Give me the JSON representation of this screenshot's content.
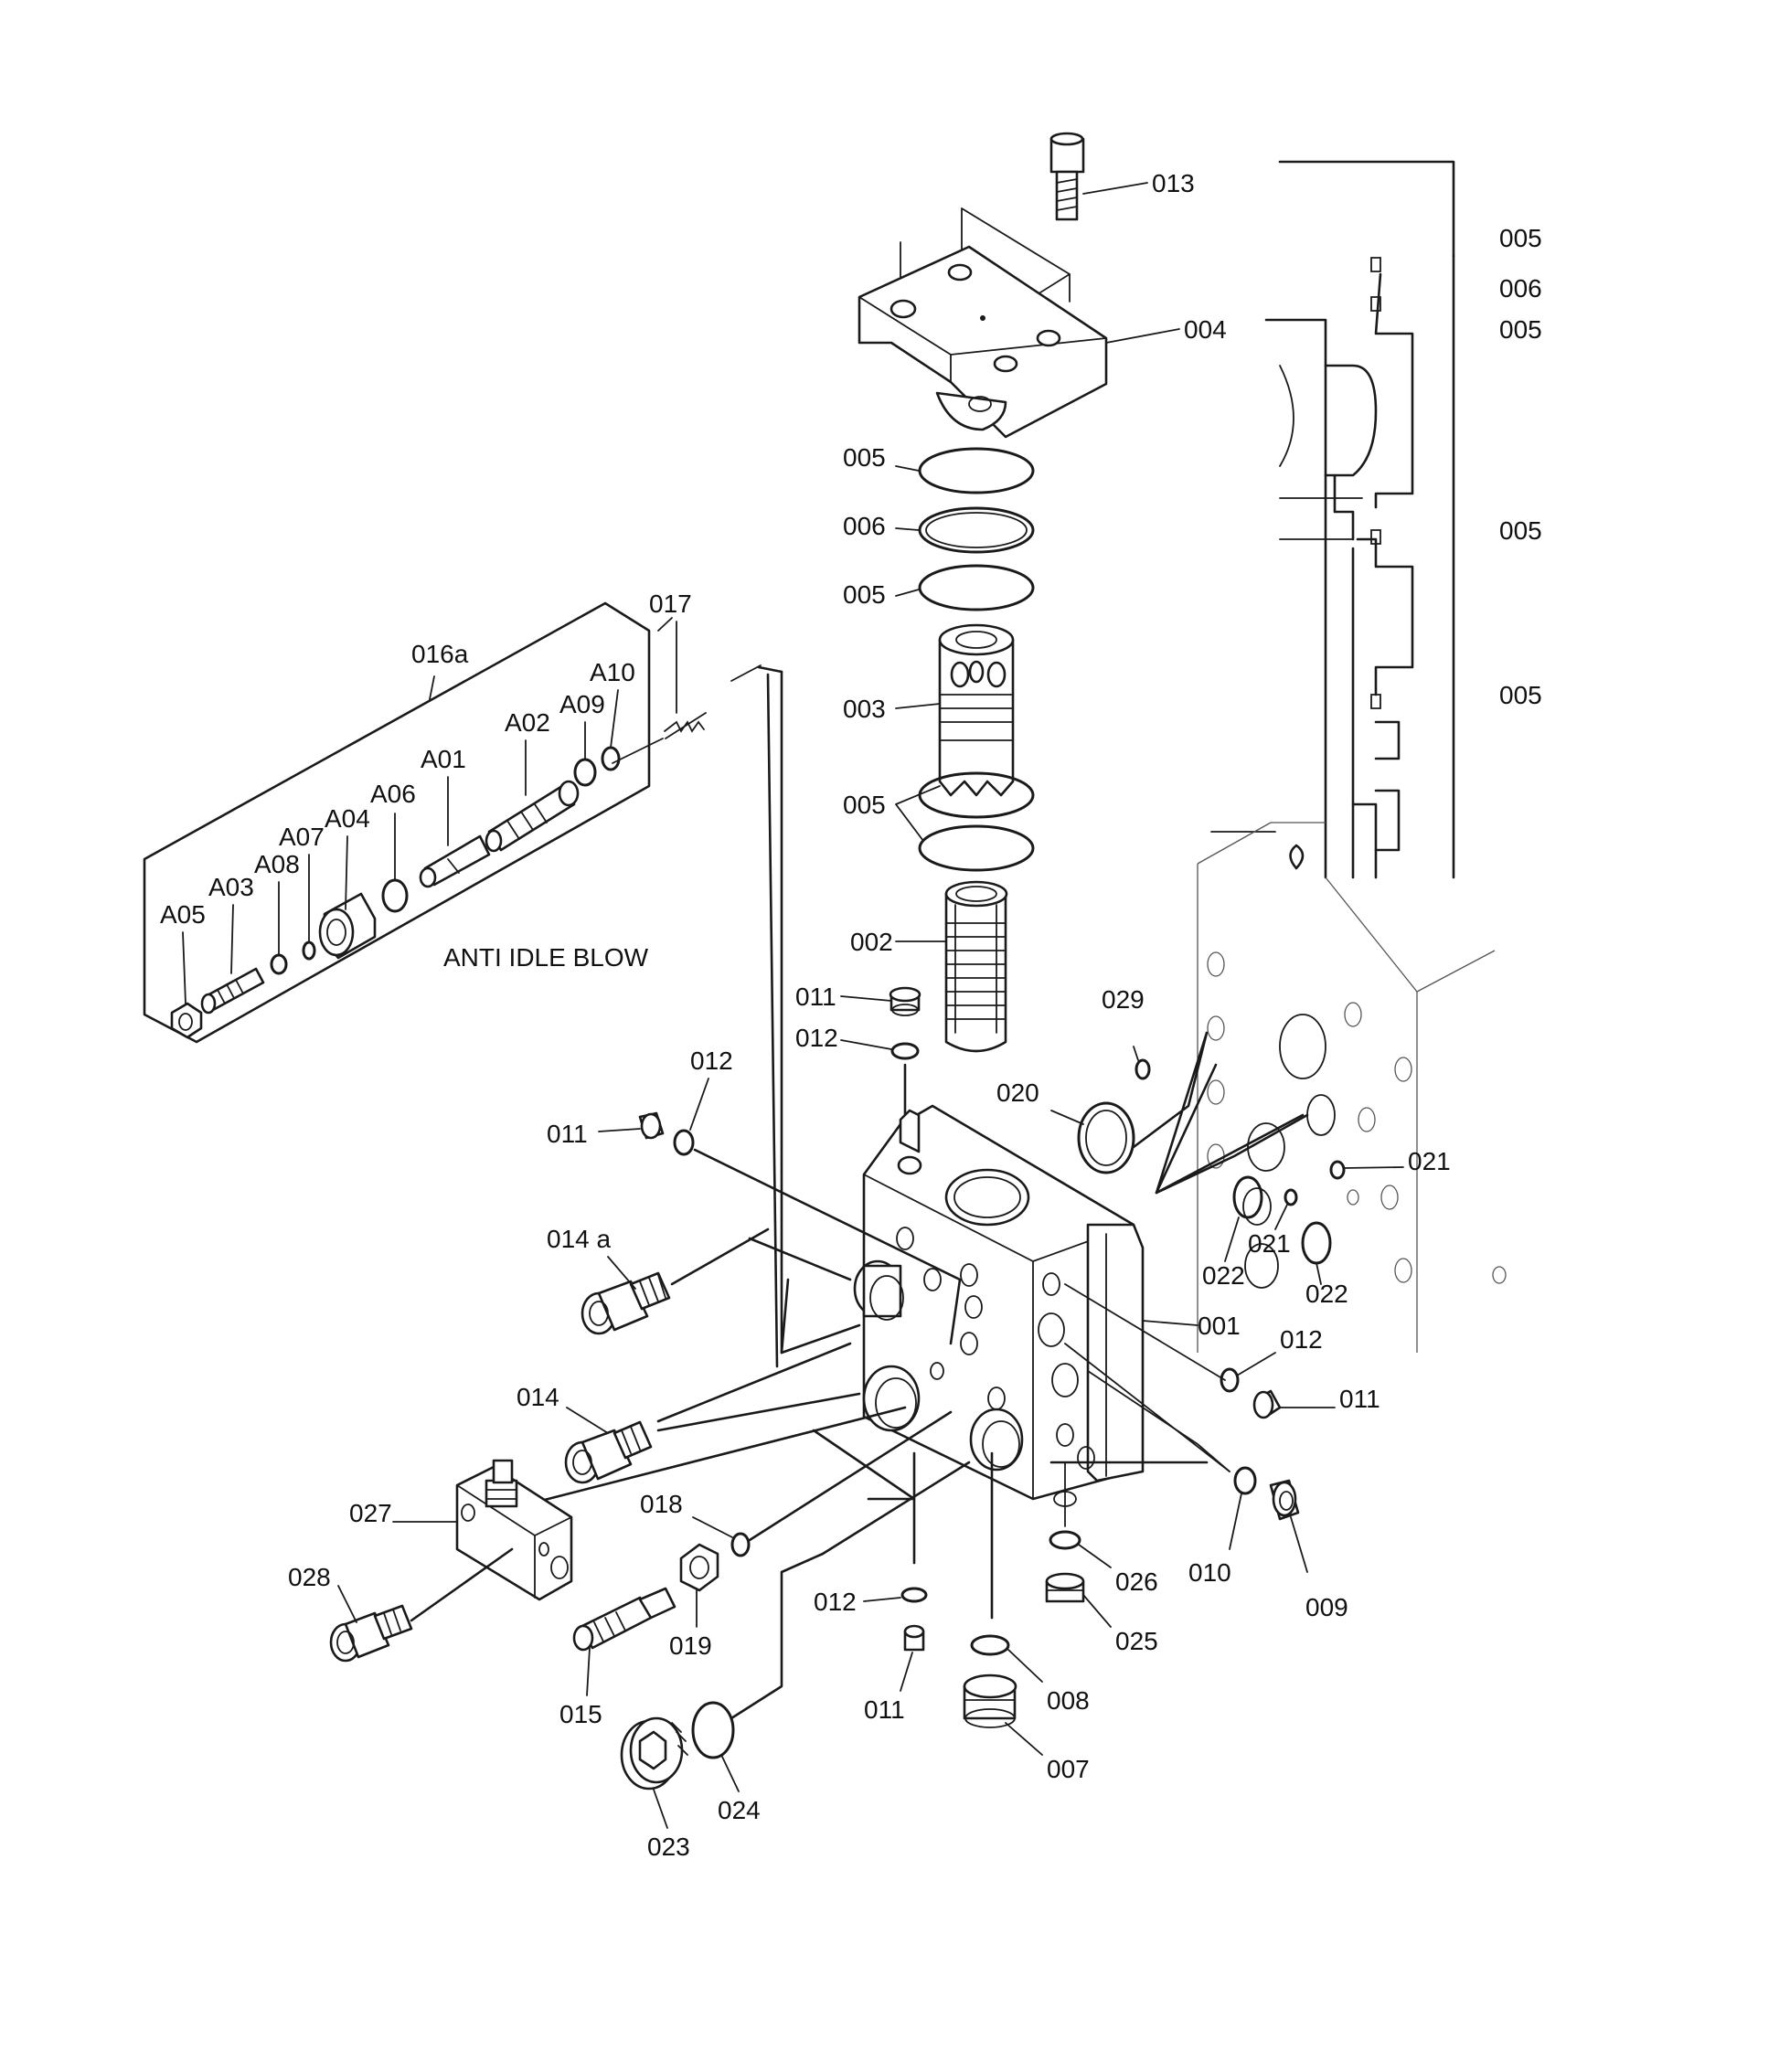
{
  "labels": {
    "p013": "013",
    "p004": "004",
    "p005_top": "005",
    "p006_top": "006",
    "p005_mid": "005",
    "p003": "003",
    "p005_pair": "005",
    "p002": "002",
    "p011_top": "011",
    "p012_top": "012",
    "p005_r1": "005",
    "p006_r": "006",
    "p005_r2": "005",
    "p005_r3": "005",
    "p005_r4": "005",
    "p016a": "016a",
    "p017": "017",
    "pA10": "A10",
    "pA09": "A09",
    "pA02": "A02",
    "pA01": "A01",
    "pA06": "A06",
    "pA04": "A04",
    "pA07": "A07",
    "pA08": "A08",
    "pA03": "A03",
    "pA05": "A05",
    "p012_left": "012",
    "p011_left": "011",
    "p014a": "014 a",
    "p014": "014",
    "p027": "027",
    "p028": "028",
    "p018": "018",
    "p019": "019",
    "p015": "015",
    "p023": "023",
    "p024": "024",
    "p012_bottom": "012",
    "p011_bottom": "011",
    "p008": "008",
    "p007": "007",
    "p026": "026",
    "p025": "025",
    "p010": "010",
    "p009": "009",
    "p001": "001",
    "p012_right": "012",
    "p011_right": "011",
    "p029": "029",
    "p020": "020",
    "p021_a": "021",
    "p021_b": "021",
    "p022_a": "022",
    "p022_b": "022"
  },
  "annotation": "ANTI IDLE BLOW",
  "icons": [
    "valve-body",
    "cover-plate",
    "spool-sleeve",
    "spool",
    "o-ring",
    "socket-bolt",
    "plug",
    "anti-idle-blow-assembly"
  ]
}
